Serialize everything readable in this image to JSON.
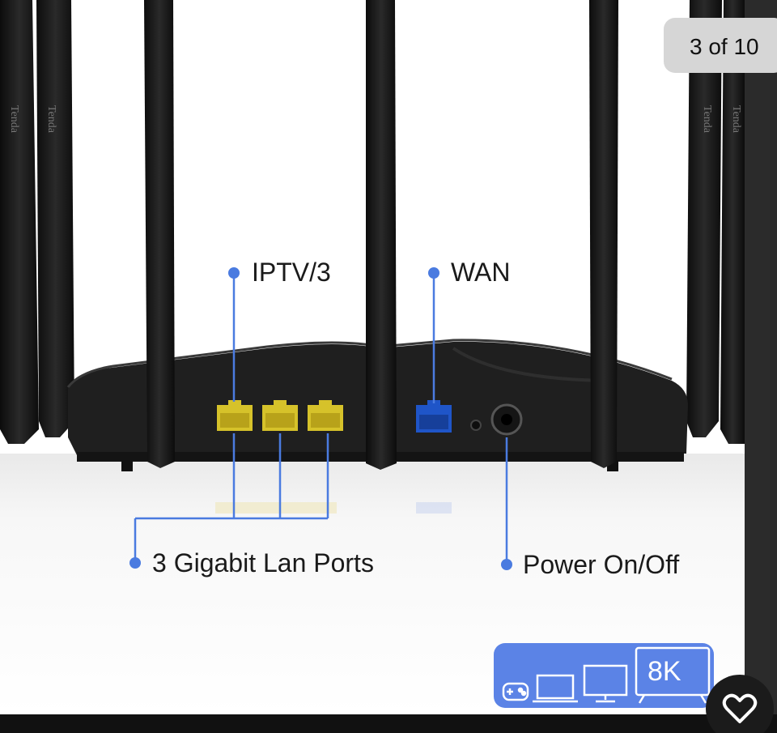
{
  "viewer": {
    "counter": "3 of 10"
  },
  "callouts": {
    "iptv": "IPTV/3",
    "wan": "WAN",
    "lan": "3 Gigabit Lan Ports",
    "power": "Power On/Off"
  },
  "antenna_brand": "Tenda",
  "badge": {
    "resolution": "8K",
    "icons": [
      "gamepad-icon",
      "laptop-icon",
      "monitor-icon",
      "tv-icon"
    ]
  },
  "colors": {
    "callout_line": "#4a7be0",
    "lan_port": "#d6c22a",
    "wan_port": "#1f55c8",
    "badge": "#5b83e6"
  },
  "actions": {
    "favorite": "heart-icon"
  }
}
